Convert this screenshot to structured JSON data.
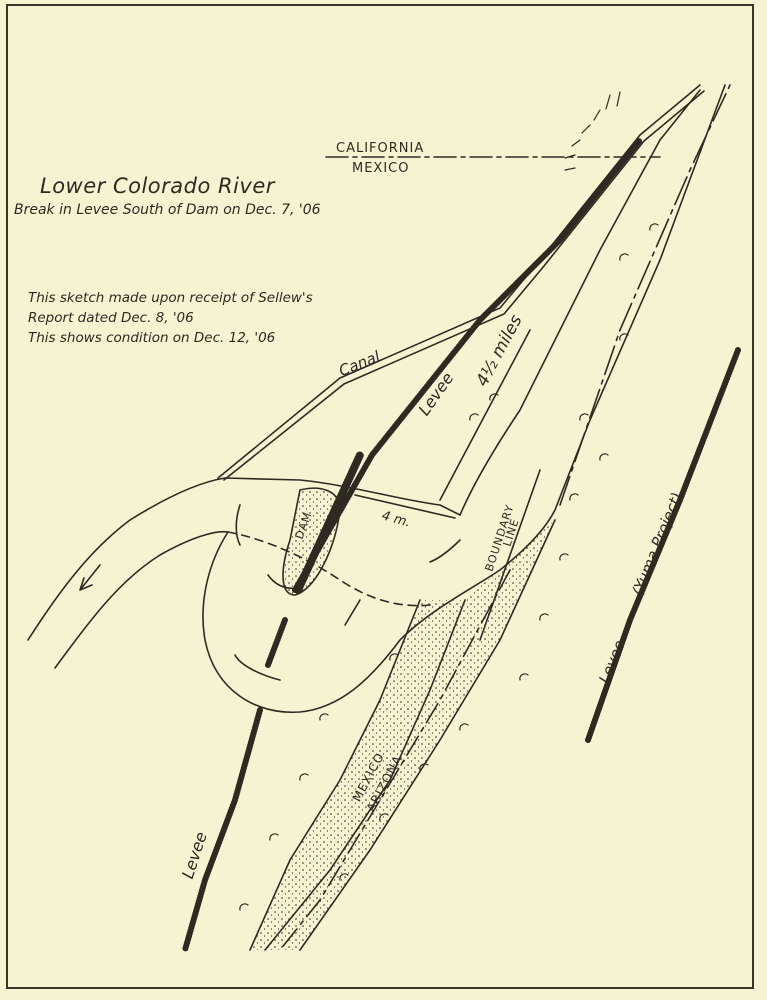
{
  "map": {
    "title": "Lower Colorado River",
    "subtitle": "Break in Levee South of Dam on Dec. 7, '06",
    "notes": [
      "This sketch made upon receipt of Sellew's",
      "Report dated Dec. 8, '06",
      "This shows condition on Dec. 12, '06"
    ],
    "labels": {
      "california": "CALIFORNIA",
      "mexico_top": "MEXICO",
      "canal": "Canal",
      "levee_upper": "Levee",
      "distance_long": "4½ miles",
      "distance_short": "4 m.",
      "dam": "DAM",
      "boundary": "BOUNDARY",
      "boundary_line": "LINE",
      "mexico_bottom": "MEXICO",
      "arizona": "ARIZONA",
      "levee_lower": "Levee",
      "levee_right": "Levee",
      "yuma_project": "(Yuma Project)"
    },
    "colors": {
      "paper": "#f7f2d2",
      "ink": "#2e2a22"
    }
  }
}
